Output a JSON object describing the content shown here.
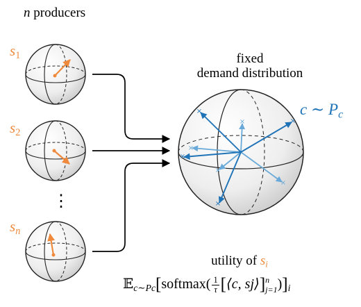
{
  "header": {
    "n": "n",
    "text": "producers"
  },
  "producers": [
    {
      "sym": "s",
      "sub": "1"
    },
    {
      "sym": "s",
      "sub": "2"
    },
    {
      "sym": "s",
      "sub": "n"
    }
  ],
  "ellipsis": "⋮",
  "demand": {
    "line1": "fixed",
    "line2": "demand distribution"
  },
  "sample_label": {
    "c": "c",
    "sim": "∼",
    "P": "P",
    "sub": "c"
  },
  "utility": {
    "text": "utility of",
    "sym": "s",
    "sub": "i"
  },
  "formula": {
    "E": "𝔼",
    "E_sub": "c∼Pc",
    "softmax": "softmax",
    "frac_num": "1",
    "frac_den": "τ",
    "inner": "⟨c, sj⟩",
    "range_sup": "n",
    "range_sub": "j=1",
    "index": "i"
  },
  "colors": {
    "orange": "#ef8a3c",
    "blue": "#1f73b7",
    "light_blue": "#6aaad8",
    "sphere_edge": "#222222"
  },
  "icons": [
    "producer-sphere-icon",
    "demand-sphere-icon",
    "arrow-icon"
  ]
}
